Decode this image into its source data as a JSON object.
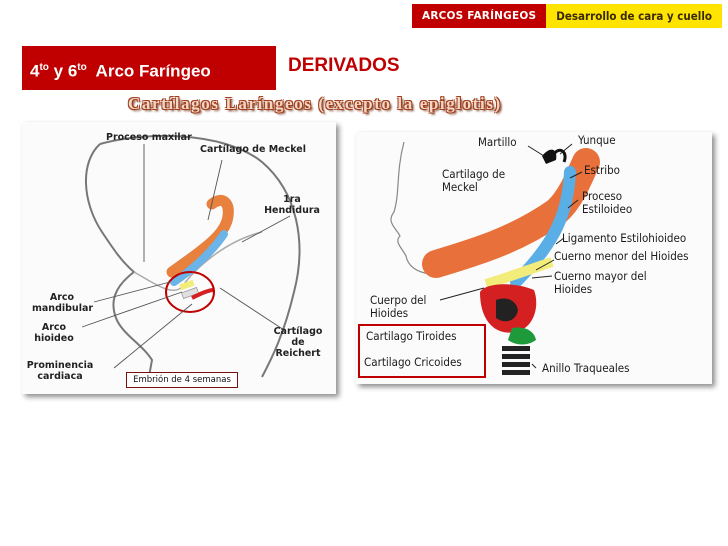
{
  "topbar": {
    "section": "ARCOS FARÍNGEOS",
    "chapter": "Desarrollo de cara y cuello",
    "section_color": "#c00000",
    "chapter_color": "#ffe400"
  },
  "header": {
    "title_prefix_a": "4",
    "title_sup_a": "to",
    "title_mid": " y 6",
    "title_sup_b": "to",
    "title_suffix": "  Arco Faríngeo",
    "derivados": "DERIVADOS",
    "subtitle": "Cartílagos Laríngeos (excepto la epiglotis)"
  },
  "left_figure": {
    "labels": {
      "proceso_maxilar": "Proceso maxilar",
      "cartilago_meckel": "Cartílago de Meckel",
      "hendidura_1": "1ra",
      "hendidura_2": "Hendidura",
      "arco_mandibular_1": "Arco",
      "arco_mandibular_2": "mandibular",
      "arco_hioideo_1": "Arco",
      "arco_hioideo_2": "hioideo",
      "prominencia_1": "Prominencia",
      "prominencia_2": "cardiaca",
      "reichert_1": "Cartílago",
      "reichert_2": "de",
      "reichert_3": "Reichert"
    },
    "caption": "Embrión de 4 semanas"
  },
  "right_figure": {
    "labels": {
      "martillo": "Martillo",
      "yunque": "Yunque",
      "meckel_1": "Cartilago de",
      "meckel_2": "Meckel",
      "estribo": "Estribo",
      "proceso_1": "Proceso",
      "proceso_2": "Estiloideo",
      "ligamento": "Ligamento Estilohioideo",
      "cuerno_menor": "Cuerno menor del Hioides",
      "cuerno_mayor_1": "Cuerno mayor del",
      "cuerno_mayor_2": "Hioides",
      "cuerpo_1": "Cuerpo del",
      "cuerpo_2": "Hioides",
      "tiroides": "Cartilago Tiroides",
      "cricoides": "Cartilago Cricoides",
      "anillo": "Anillo Traqueales"
    },
    "colors": {
      "meckel": "#e8703a",
      "reichert": "#5aaee6",
      "hyoid": "#f2ec7a",
      "laryngeal": "#d42020",
      "trachea": "#1e9a3a"
    }
  }
}
